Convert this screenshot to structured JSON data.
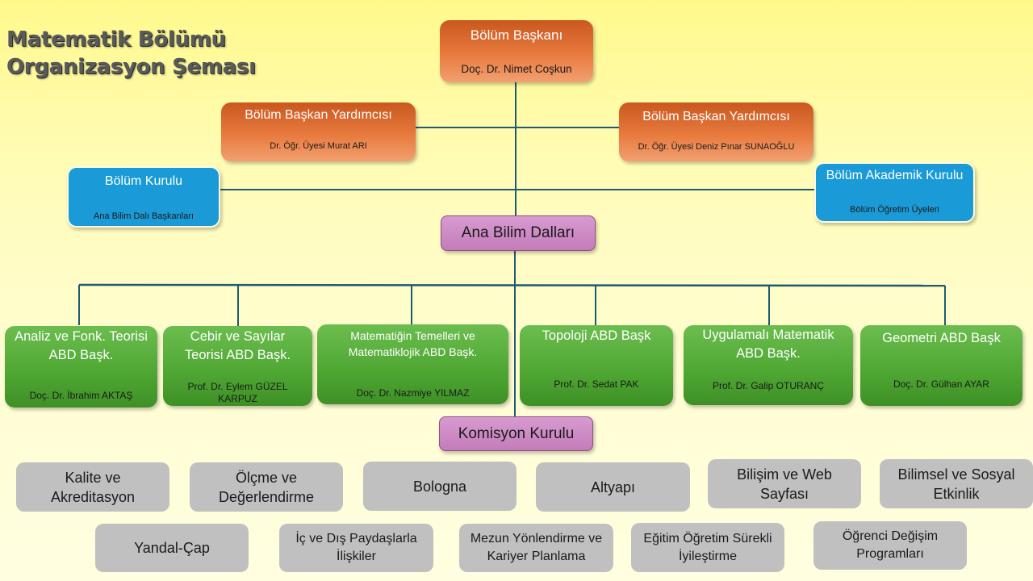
{
  "title": {
    "line1": "Matematik Bölümü",
    "line2": "Organizasyon Şeması"
  },
  "head": {
    "role": "Bölüm Başkanı",
    "name": "Doç. Dr. Nimet Coşkun"
  },
  "deputies": [
    {
      "role": "Bölüm Başkan Yardımcısı",
      "name": "Dr. Öğr. Üyesi Murat ARI"
    },
    {
      "role": "Bölüm Başkan Yardımcısı",
      "name": "Dr. Öğr. Üyesi Deniz Pınar SUNAOĞLU"
    }
  ],
  "boards": [
    {
      "title": "Bölüm Kurulu",
      "members": "Ana Bilim Dalı Başkanları"
    },
    {
      "title": "Bölüm Akademik Kurulu",
      "members": "Bölüm Öğretim Üyeleri"
    }
  ],
  "ana_bilim_dallari": {
    "label": "Ana Bilim Dalları"
  },
  "departments": [
    {
      "title": "Analiz ve Fonk. Teorisi ABD Başk.",
      "head": "Doç. Dr. İbrahim AKTAŞ"
    },
    {
      "title": "Cebir ve Sayılar Teorisi ABD Başk.",
      "head": "Prof. Dr. Eylem GÜZEL KARPUZ"
    },
    {
      "title": "Matematiğin Temelleri ve Matematiklojik ABD Başk.",
      "head": "Doç. Dr. Nazmiye YILMAZ"
    },
    {
      "title": "Topoloji ABD Başk",
      "head": "Prof. Dr. Sedat PAK"
    },
    {
      "title": "Uygulamalı Matematik ABD Başk.",
      "head": "Prof. Dr. Galip OTURANÇ"
    },
    {
      "title": "Geometri ABD Başk",
      "head": "Doç. Dr. Gülhan AYAR"
    }
  ],
  "komisyon": {
    "label": "Komisyon Kurulu"
  },
  "commissions_row1": [
    "Kalite ve Akreditasyon",
    "Ölçme ve Değerlendirme",
    "Bologna",
    "Altyapı",
    "Bilişim ve Web Sayfası",
    "Bilimsel ve Sosyal Etkinlik"
  ],
  "commissions_row2": [
    "Yandal-Çap",
    "İç ve Dış Paydaşlarla İlişkiler",
    "Mezun Yönlendirme ve Kariyer Planlama",
    "Eğitim Öğretim Sürekli İyileştirme",
    "Öğrenci Değişim Programları"
  ],
  "colors": {
    "leadership": "#e3743a",
    "boards": "#1a9bd7",
    "departments": "#4ea632",
    "groups": "#c47cb9",
    "commissions": "#c0c0c0",
    "connector": "#1f5a73"
  }
}
